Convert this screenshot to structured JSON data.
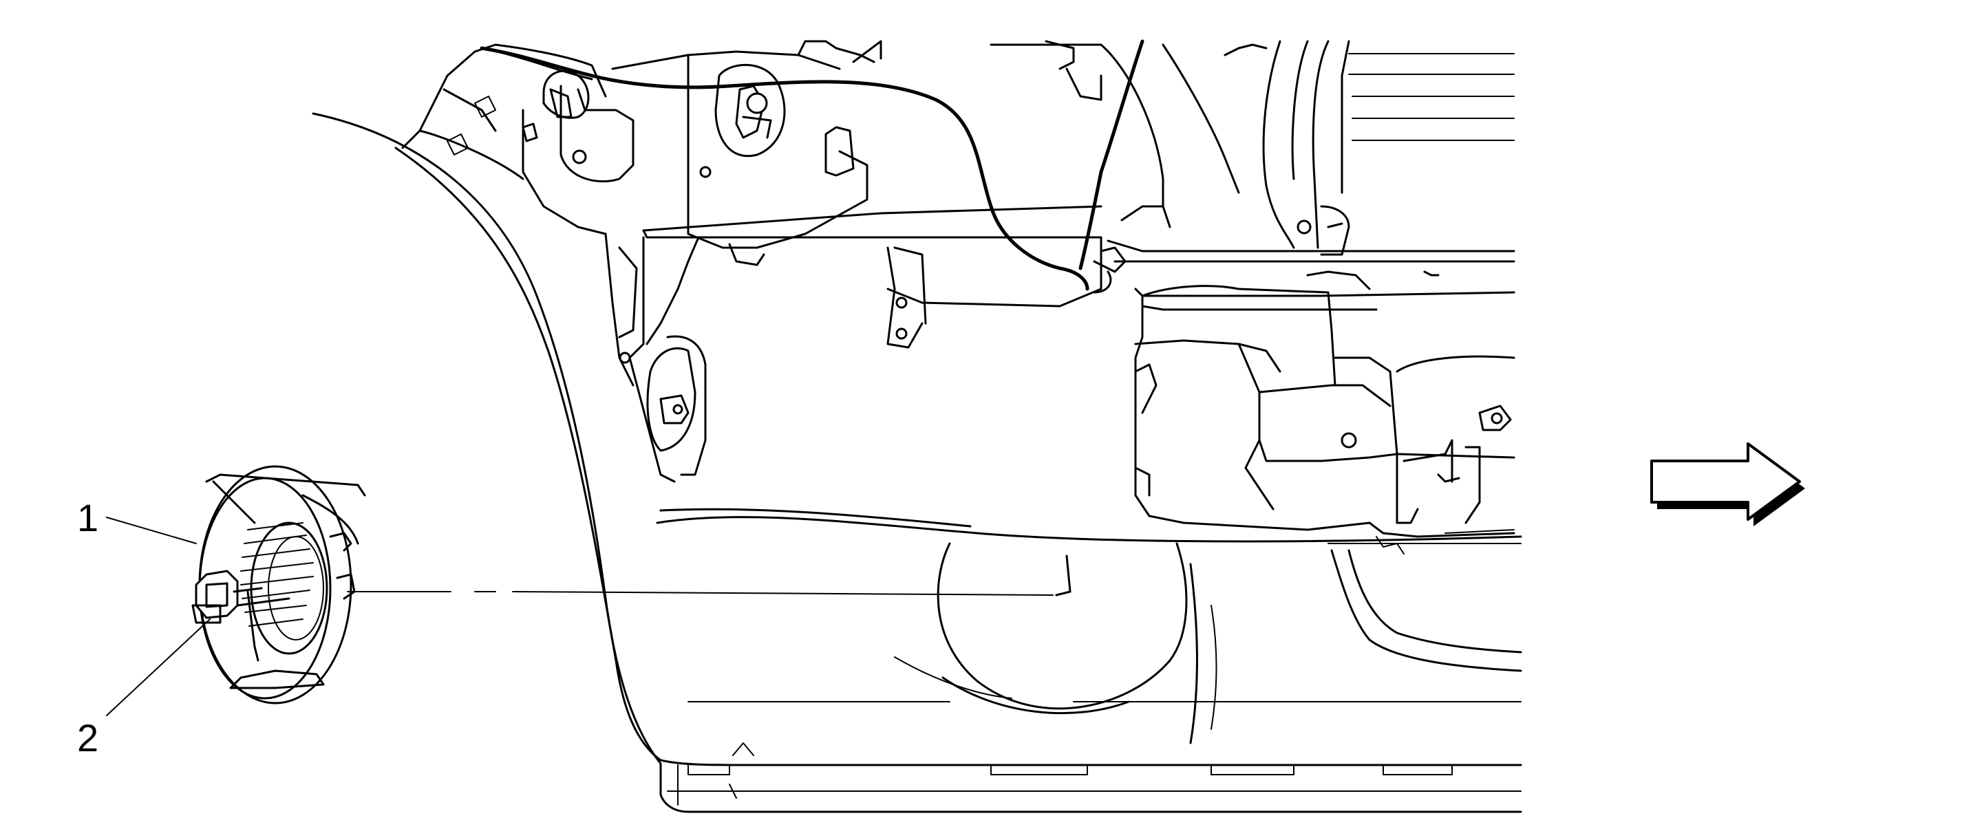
{
  "callouts": [
    {
      "id": "1",
      "label": "1"
    },
    {
      "id": "2",
      "label": "2"
    }
  ],
  "direction_arrow": {
    "icon": "right-arrow-icon"
  }
}
